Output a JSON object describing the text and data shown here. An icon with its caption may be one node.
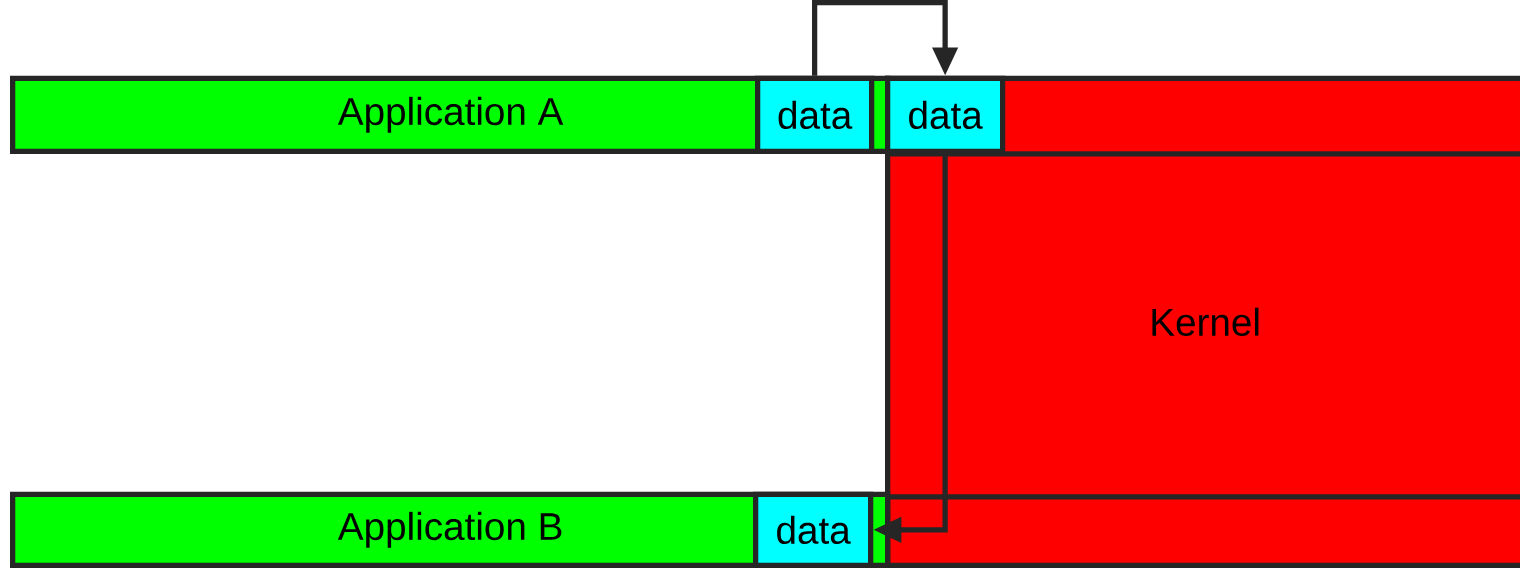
{
  "diagram": {
    "nodes": [
      {
        "text": [
          "Application A"
        ]
      },
      {
        "text": [
          "data"
        ],
        "in": 0
      },
      {
        "text": [
          "Kernel"
        ]
      },
      {
        "text": [
          "data"
        ],
        "in": 2
      },
      {
        "text": [
          "Application B"
        ]
      },
      {
        "text": [
          "data"
        ],
        "in": 4
      }
    ],
    "edges": [
      {
        "from": 1,
        "to": 3,
        "arrow": "to"
      },
      {
        "from": 3,
        "to": 5,
        "arrow": "to"
      }
    ]
  }
}
